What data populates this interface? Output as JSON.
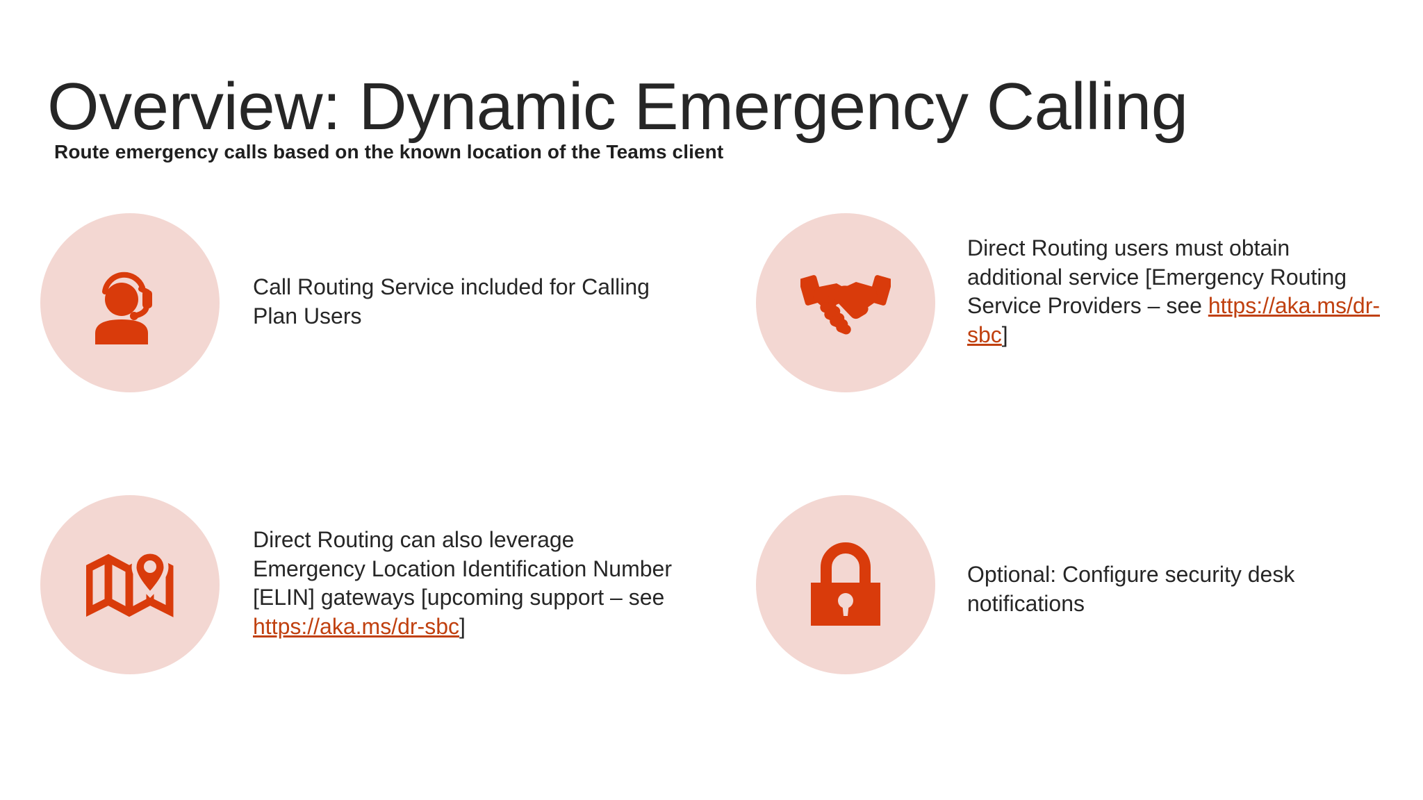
{
  "slide": {
    "title": "Overview: Dynamic Emergency Calling",
    "subtitle": "Route emergency calls based on the known location of the Teams client",
    "background_color": "#ffffff",
    "title_color": "#262626",
    "accent_color": "#d93b0b",
    "circle_color": "#f3d7d2",
    "link_color": "#c0400f"
  },
  "cards": [
    {
      "icon": "headset-agent-icon",
      "text_before_link": "Call Routing Service included for Calling Plan Users",
      "link_text": "",
      "text_after_link": ""
    },
    {
      "icon": "handshake-icon",
      "text_before_link": "Direct Routing users must obtain additional service [Emergency Routing Service Providers – see ",
      "link_text": "https://aka.ms/dr-sbc",
      "text_after_link": "]"
    },
    {
      "icon": "map-pin-icon",
      "text_before_link": "Direct Routing can also leverage Emergency Location Identification Number [ELIN] gateways [upcoming support – see ",
      "link_text": "https://aka.ms/dr-sbc",
      "text_after_link": "]"
    },
    {
      "icon": "padlock-icon",
      "text_before_link": "Optional: Configure security desk notifications",
      "link_text": "",
      "text_after_link": ""
    }
  ]
}
